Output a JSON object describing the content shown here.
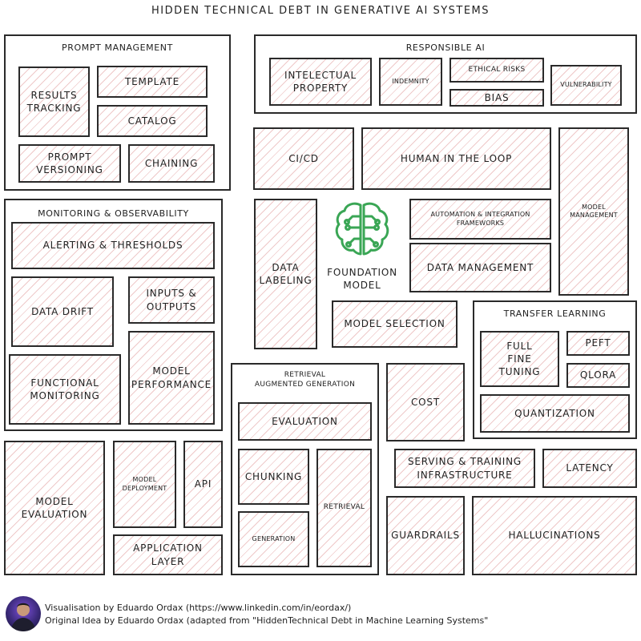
{
  "title": "HIDDEN TECHNICAL DEBT IN GENERATIVE AI SYSTEMS",
  "groups": {
    "prompt_management": {
      "label": "PROMPT MANAGEMENT",
      "items": {
        "results_tracking": "RESULTS\nTRACKING",
        "template": "TEMPLATE",
        "catalog": "CATALOG",
        "prompt_versioning": "PROMPT\nVERSIONING",
        "chaining": "CHAINING"
      }
    },
    "responsible_ai": {
      "label": "RESPONSIBLE AI",
      "items": {
        "intellectual_property": "INTELECTUAL\nPROPERTY",
        "indemnity": "INDEMNITY",
        "ethical_risks": "ETHICAL RISKS",
        "bias": "BIAS",
        "vulnerability": "VULNERABILITY"
      }
    },
    "monitoring": {
      "label": "MONITORING & OBSERVABILITY",
      "items": {
        "alerting": "ALERTING & THRESHOLDS",
        "data_drift": "DATA DRIFT",
        "inputs_outputs": "INPUTS &\nOUTPUTS",
        "functional_monitoring": "FUNCTIONAL\nMONITORING",
        "model_performance": "MODEL\nPERFORMANCE"
      }
    },
    "rag": {
      "label": "RETRIEVAL\nAUGMENTED GENERATION",
      "items": {
        "evaluation": "EVALUATION",
        "chunking": "CHUNKING",
        "generation": "GENERATION",
        "retrieval": "RETRIEVAL"
      }
    },
    "transfer_learning": {
      "label": "TRANSFER LEARNING",
      "items": {
        "full_fine_tuning": "FULL\nFINE\nTUNING",
        "peft": "PEFT",
        "qlora": "QLORA",
        "quantization": "QUANTIZATION"
      }
    }
  },
  "boxes": {
    "ci_cd": "CI/CD",
    "human_in_the_loop": "HUMAN IN THE LOOP",
    "model_management": "MODEL\nMANAGEMENT",
    "data_labeling": "DATA\nLABELING",
    "automation": "AUTOMATION & INTEGRATION\nFRAMEWORKS",
    "data_management": "DATA MANAGEMENT",
    "model_selection": "MODEL SELECTION",
    "cost": "COST",
    "serving": "SERVING & TRAINING\nINFRASTRUCTURE",
    "latency": "LATENCY",
    "guardrails": "GUARDRAILS",
    "hallucinations": "HALLUCINATIONS",
    "model_evaluation": "MODEL\nEVALUATION",
    "model_deployment": "MODEL\nDEPLOYMENT",
    "api": "API",
    "application_layer": "APPLICATION\nLAYER"
  },
  "foundation_model": {
    "label": "FOUNDATION\nMODEL",
    "icon": "brain-circuit-icon",
    "icon_color": "#3aa655"
  },
  "footer": {
    "line1": "Visualisation by Eduardo Ordax (https://www.linkedin.com/in/eordax/)",
    "line2": "Original Idea by Eduardo Ordax (adapted from \"HiddenTechnical Debt in Machine Learning Systems\""
  },
  "colors": {
    "hatch": "#d67878",
    "border": "#2a2a2a"
  }
}
